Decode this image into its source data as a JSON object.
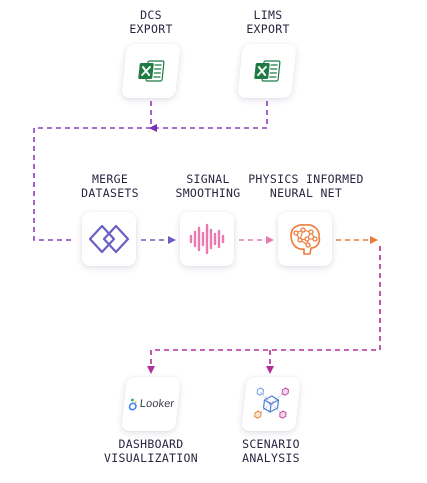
{
  "nodes": {
    "dcs_export": {
      "line1": "DCS",
      "line2": "EXPORT",
      "icon": "excel-icon"
    },
    "lims_export": {
      "line1": "LIMS",
      "line2": "EXPORT",
      "icon": "excel-icon"
    },
    "merge_datasets": {
      "line1": "MERGE",
      "line2": "DATASETS",
      "icon": "merge-icon"
    },
    "signal_smoothing": {
      "line1": "SIGNAL",
      "line2": "SMOOTHING",
      "icon": "waveform-icon"
    },
    "pinn": {
      "line1": "PHYSICS INFORMED",
      "line2": "NEURAL NET",
      "icon": "neural-net-icon"
    },
    "dashboard": {
      "line1": "DASHBOARD",
      "line2": "VISUALIZATION",
      "icon": "looker-logo",
      "logo_text": "Looker"
    },
    "scenario": {
      "line1": "SCENARIO",
      "line2": "ANALYSIS",
      "icon": "cubes-network-icon"
    }
  },
  "colors": {
    "purple": "#8a3fc0",
    "violet": "#6a5fc4",
    "pink": "#e87ab0",
    "orange": "#ee7a3a",
    "magenta": "#b0309a",
    "excel_green": "#1f7a43",
    "text": "#2a2540"
  }
}
